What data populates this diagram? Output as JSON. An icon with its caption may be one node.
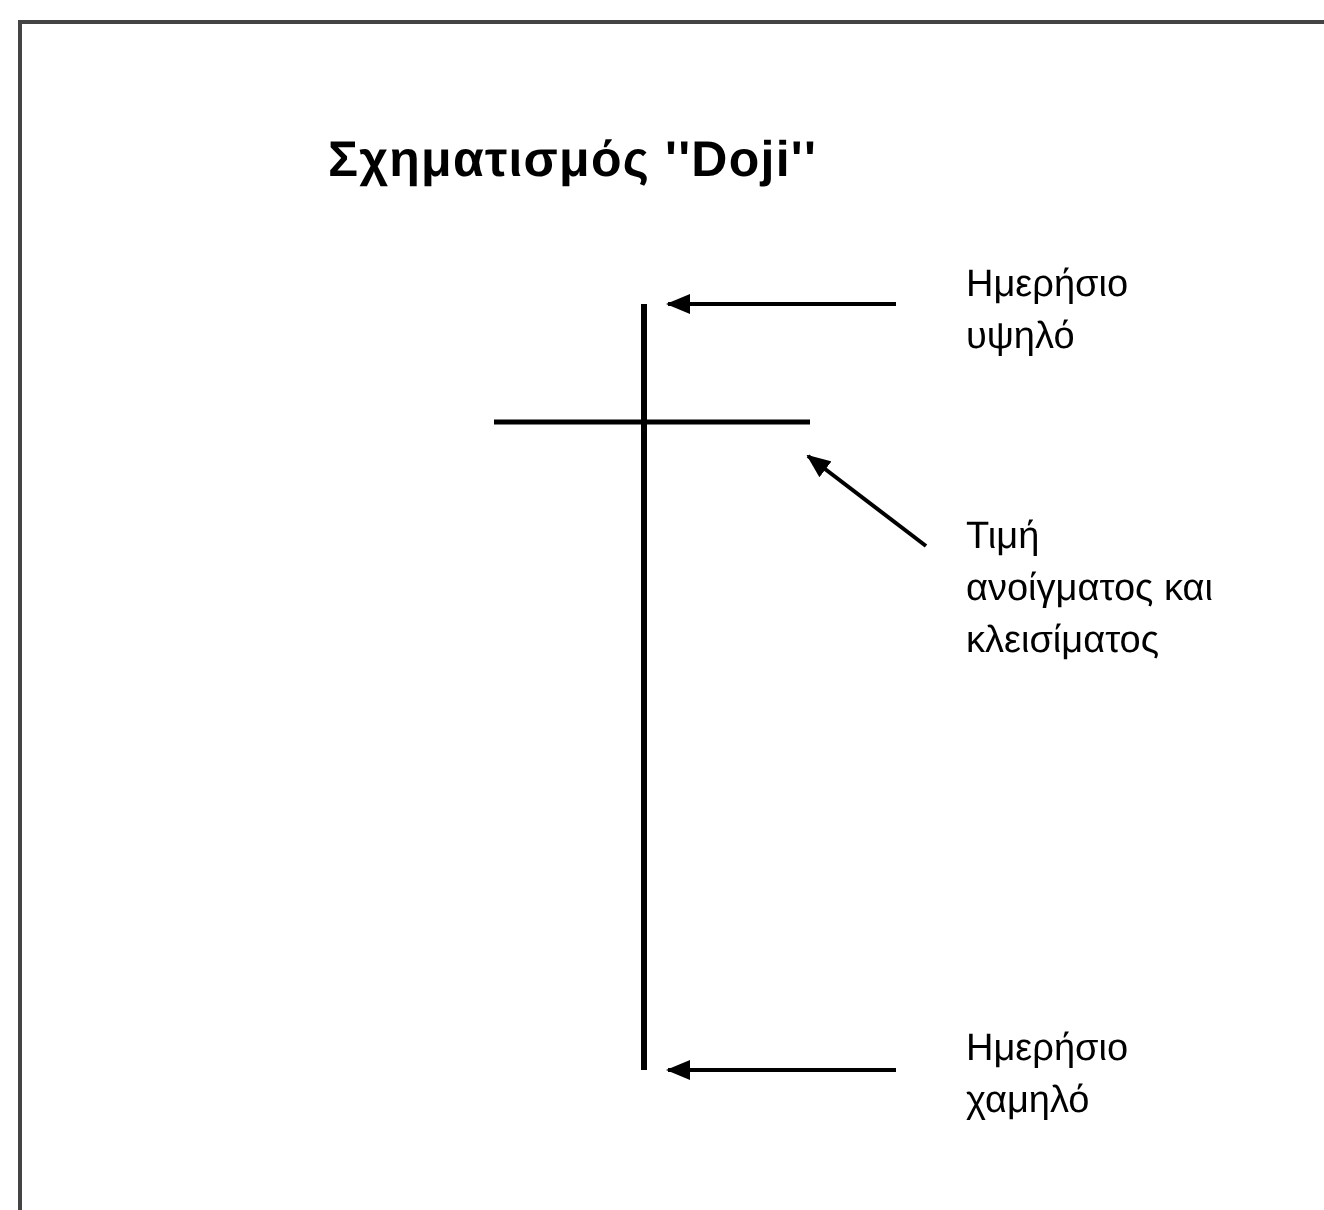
{
  "diagram": {
    "title": "Σχηματισμός ''Doji''",
    "nodes": [
      {
        "text": [
          "Ημερήσιο υψηλό"
        ]
      },
      {
        "text": [
          "Τιμή ανοίγματος και κλεισίματος"
        ]
      },
      {
        "text": [
          "Ημερήσιο χαμηλό"
        ]
      },
      {
        "text": [],
        "shape": "picture"
      }
    ],
    "edges": [
      {
        "from": 0,
        "to": 3,
        "arrow": "to"
      },
      {
        "from": 1,
        "to": 3,
        "arrow": "to"
      },
      {
        "from": 2,
        "to": 3,
        "arrow": "to"
      }
    ]
  }
}
